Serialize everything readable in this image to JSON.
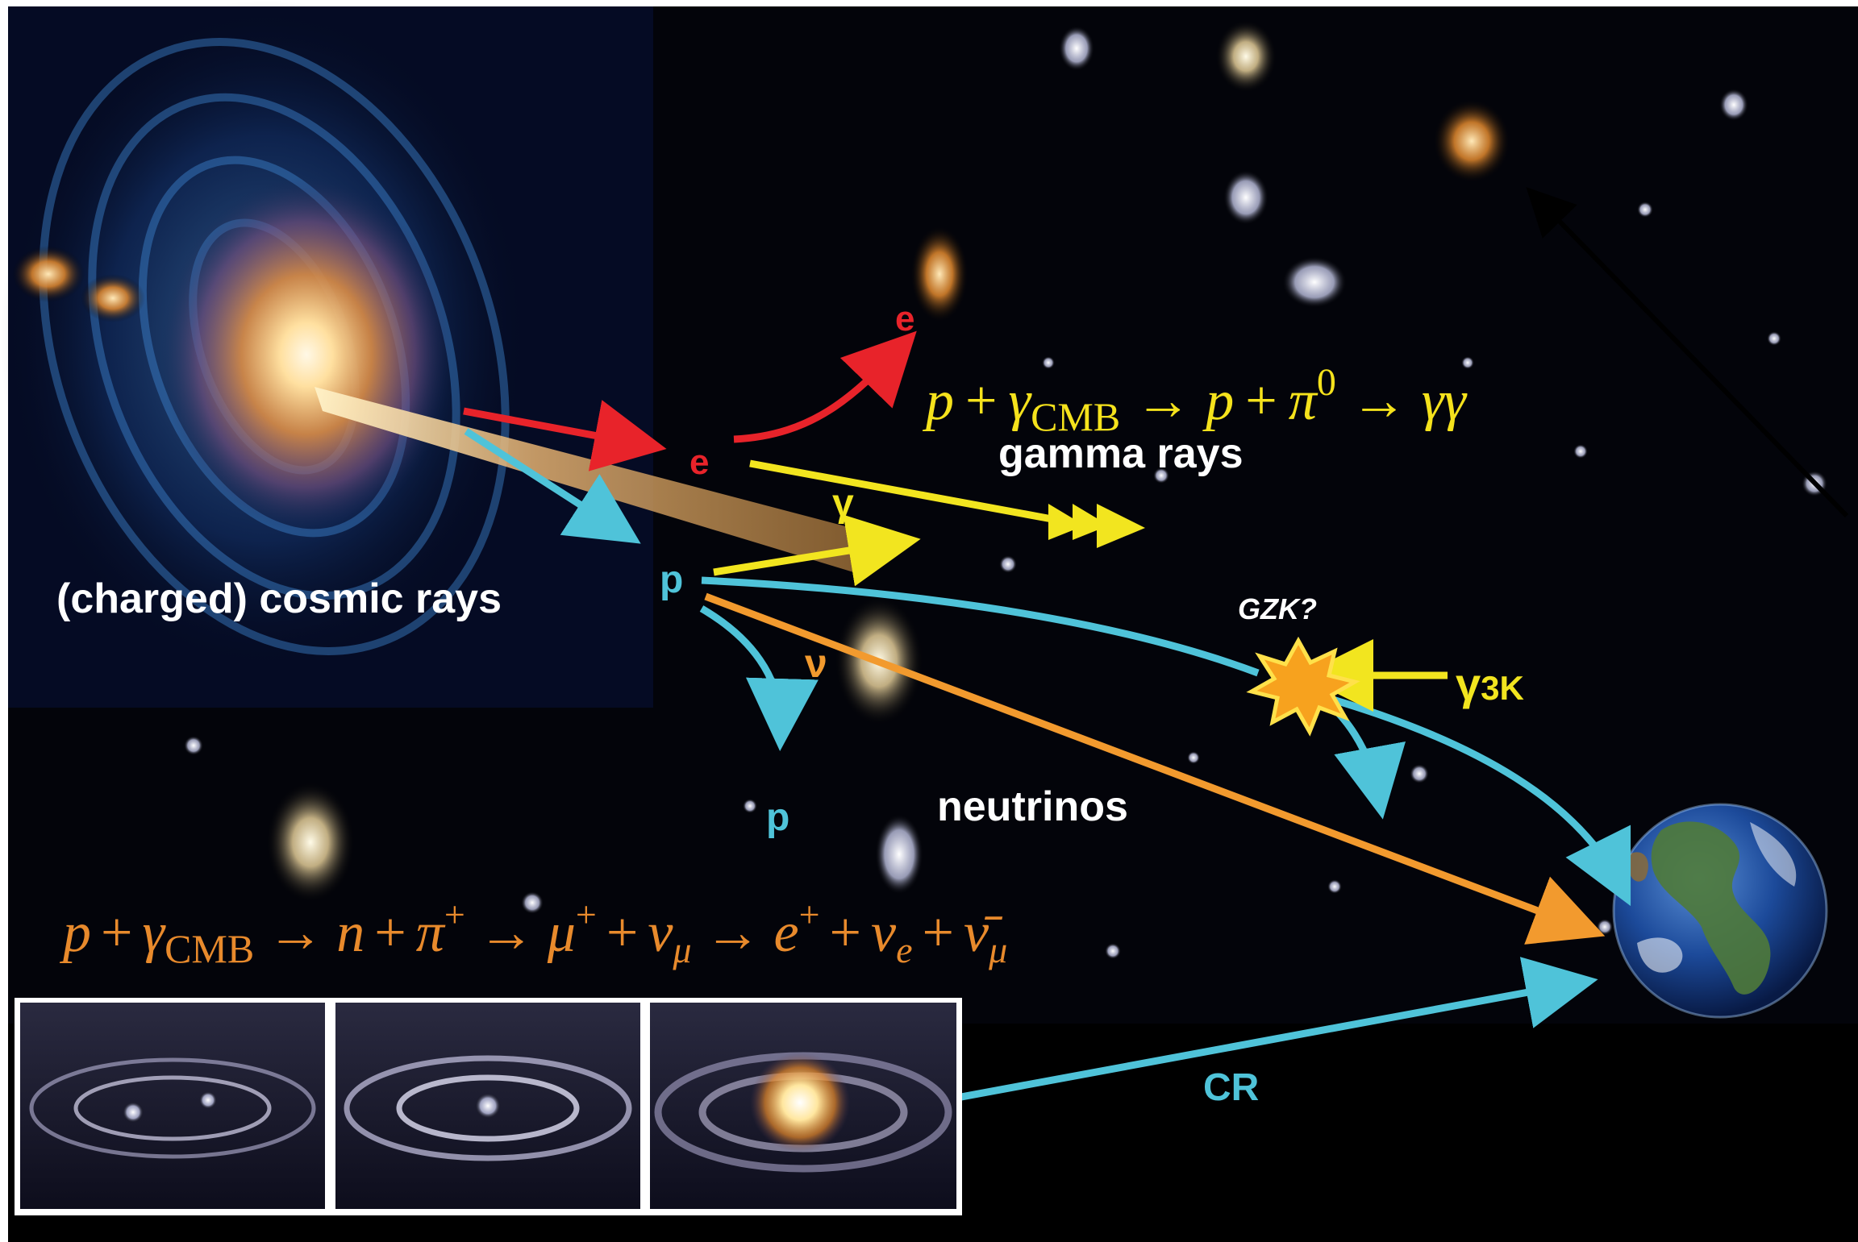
{
  "labels": {
    "cosmic_rays": "(charged) cosmic rays",
    "gamma_rays": "gamma rays",
    "neutrinos": "neutrinos",
    "gzk": "GZK?",
    "cr": "CR",
    "electron": "e",
    "electron_out": "e",
    "proton": "p",
    "proton_out": "p",
    "gamma": "γ",
    "nu": "ν",
    "gamma_3k": "γ",
    "gamma_3k_sub": "3K"
  },
  "equations": {
    "gamma_production": {
      "p": "p",
      "plus1": "+",
      "gamma": "γ",
      "cmb": "CMB",
      "arrow1": "→",
      "p2": "p",
      "plus2": "+",
      "pi": "π",
      "pi_sup": "0",
      "arrow2": "→",
      "gg": "γγ"
    },
    "neutrino_production": {
      "p": "p",
      "plus1": "+",
      "gamma": "γ",
      "cmb": "CMB",
      "arrow1": "→",
      "n": "n",
      "plus2": "+",
      "pi": "π",
      "pi_sup": "+",
      "arrow2": "→",
      "mu": "μ",
      "mu_sup": "+",
      "plus3": "+",
      "nu1": "ν",
      "nu1_sub": "μ",
      "arrow3": "→",
      "e": "e",
      "e_sup": "+",
      "plus4": "+",
      "nu2": "ν",
      "nu2_sub": "e",
      "plus5": "+",
      "nu3": "ν̄",
      "nu3_sub": "μ"
    }
  },
  "colors": {
    "electron_arrow": "#e8232a",
    "proton_arrow": "#4fc3d9",
    "gamma_arrow": "#f2e51f",
    "neutrino_arrow": "#f29a2e",
    "gamma_equation": "#f5e21c",
    "neutrino_equation": "#e88a2c",
    "white_label": "#ffffff",
    "cr_label": "#4fc3d9"
  },
  "icons": {
    "source": "galaxy-jet-icon",
    "target": "earth-icon",
    "interaction": "gzk-starburst-icon",
    "inset": "neutron-star-merger-panels"
  }
}
